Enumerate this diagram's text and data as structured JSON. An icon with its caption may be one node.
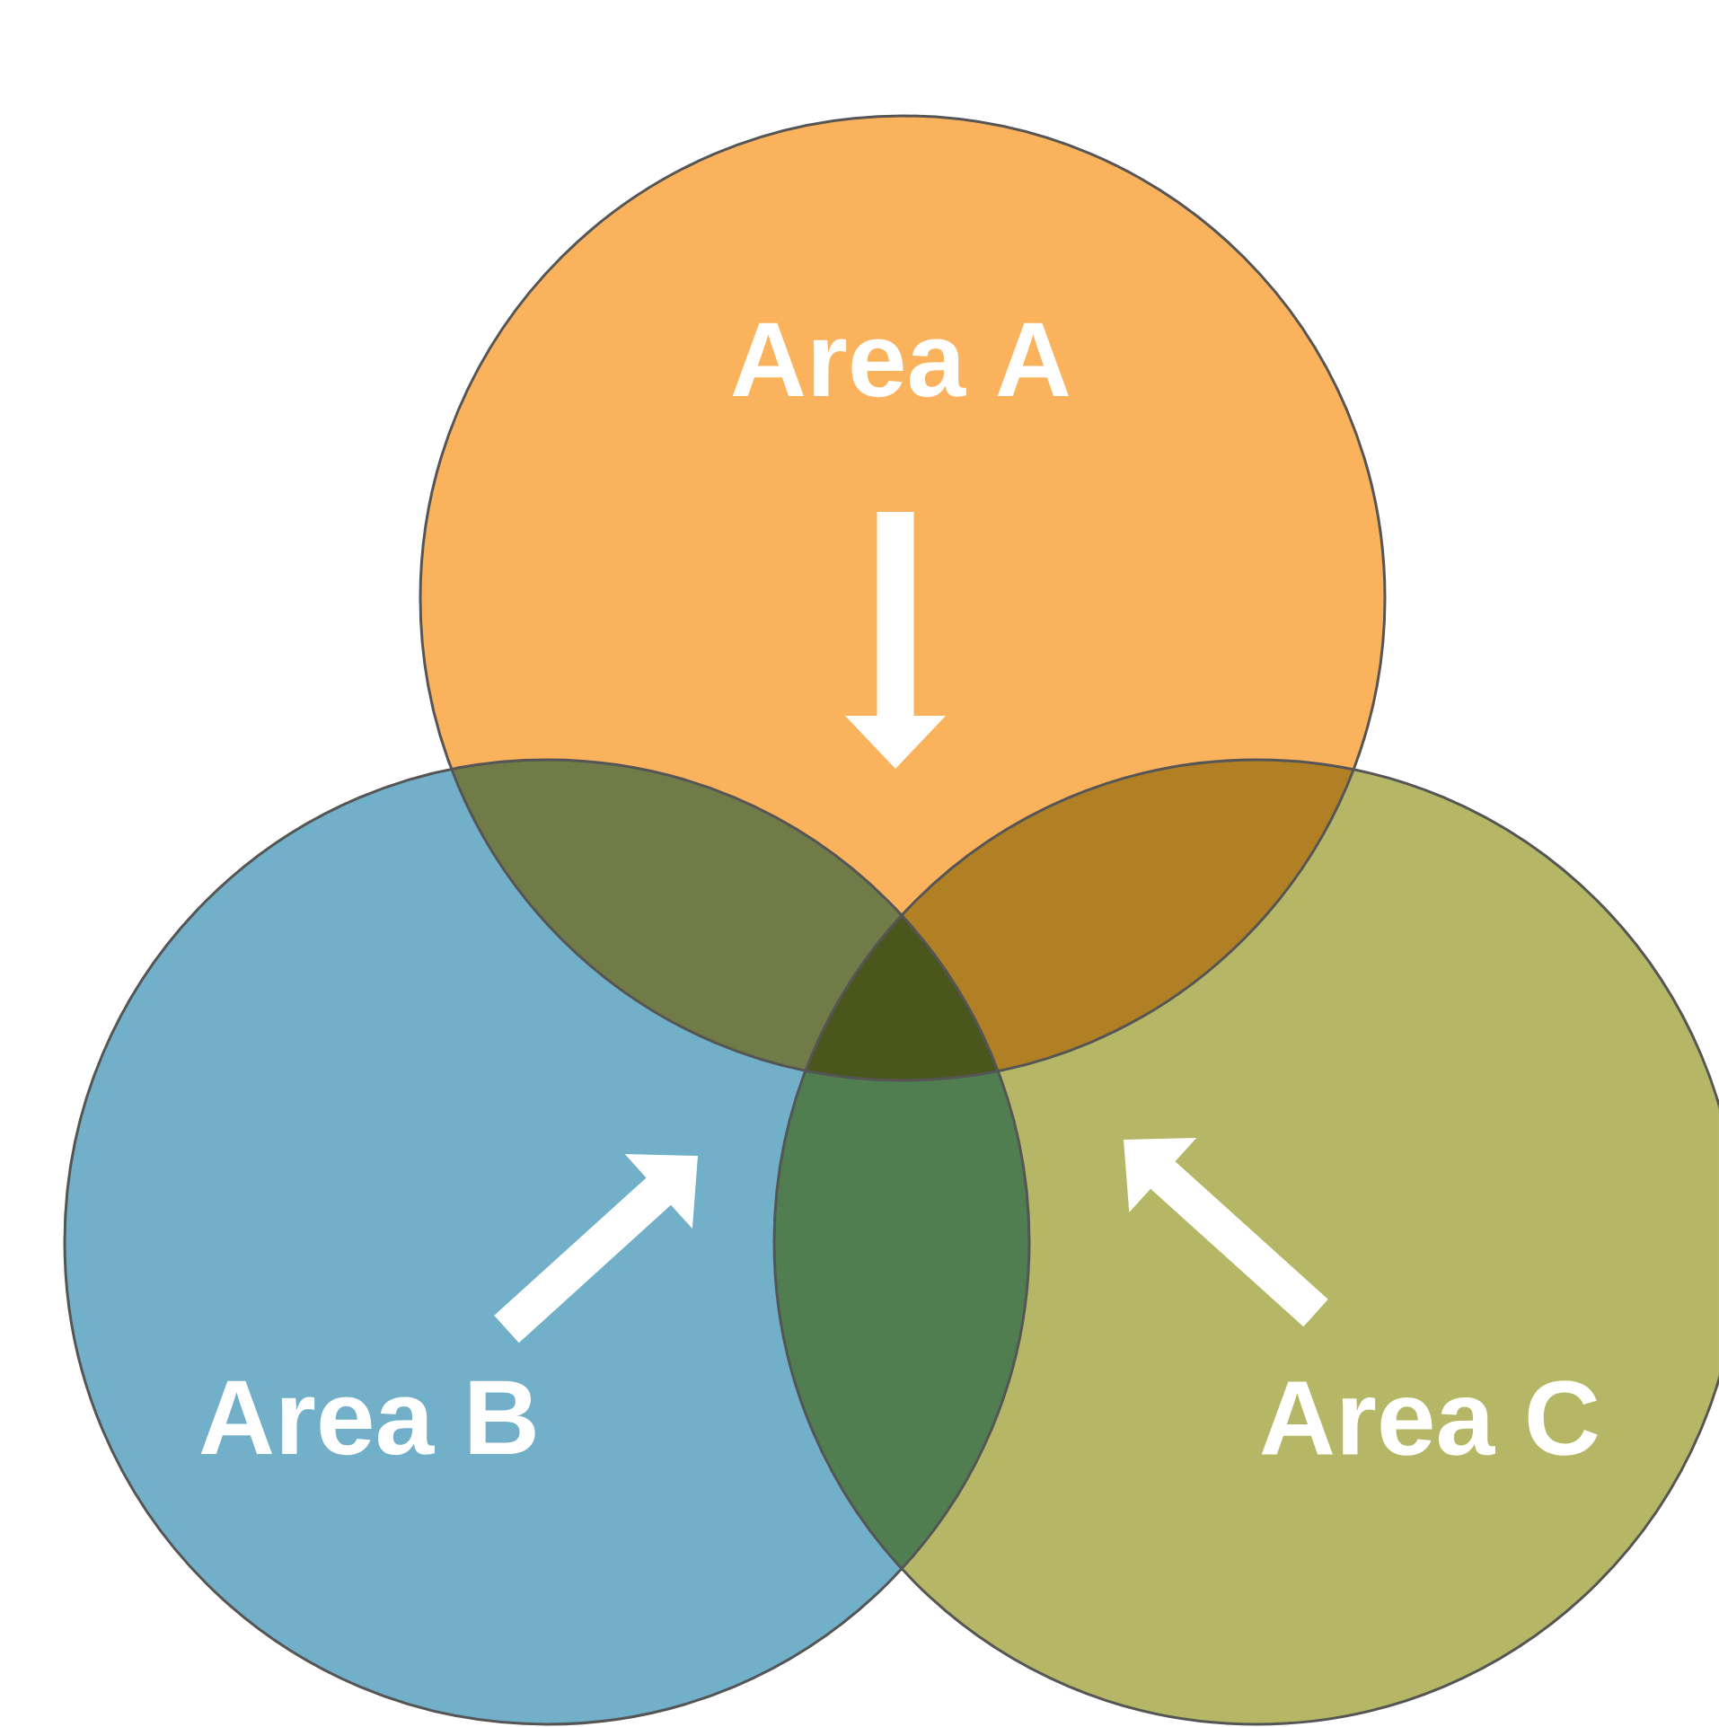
{
  "diagram": {
    "nodes": [
      {
        "text": [
          "Area A"
        ]
      },
      {
        "text": [
          "Area B"
        ]
      },
      {
        "text": [
          "Area C"
        ]
      }
    ]
  }
}
